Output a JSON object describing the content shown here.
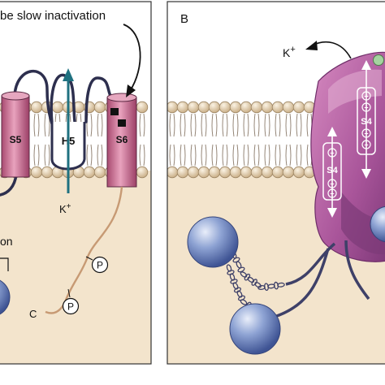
{
  "panel_a": {
    "header_text": "be slow inactivation",
    "label_s5": "S5",
    "label_h5": "H5",
    "label_s6": "S6",
    "ion_label": "K",
    "ion_charge": "+",
    "phospho_label_1": "P",
    "phospho_label_2": "P",
    "c_terminus_label": "C",
    "partial_label": "on"
  },
  "panel_b": {
    "panel_label": "B",
    "ion_label": "K",
    "ion_charge": "+",
    "sensor_label_1": "S4",
    "sensor_label_2": "S4",
    "charge_symbol": "+"
  },
  "colors": {
    "cytoplasm": "#f3e4cc",
    "lipid_head": "#e0ccaa",
    "helix_fill": "#c76a8c",
    "channel_body": "#b05a9c",
    "ball_domain": "#8097cc",
    "ion_arrow": "#1f7180",
    "loop_stroke": "#2d2f4e",
    "c_tail": "#c79a74"
  }
}
